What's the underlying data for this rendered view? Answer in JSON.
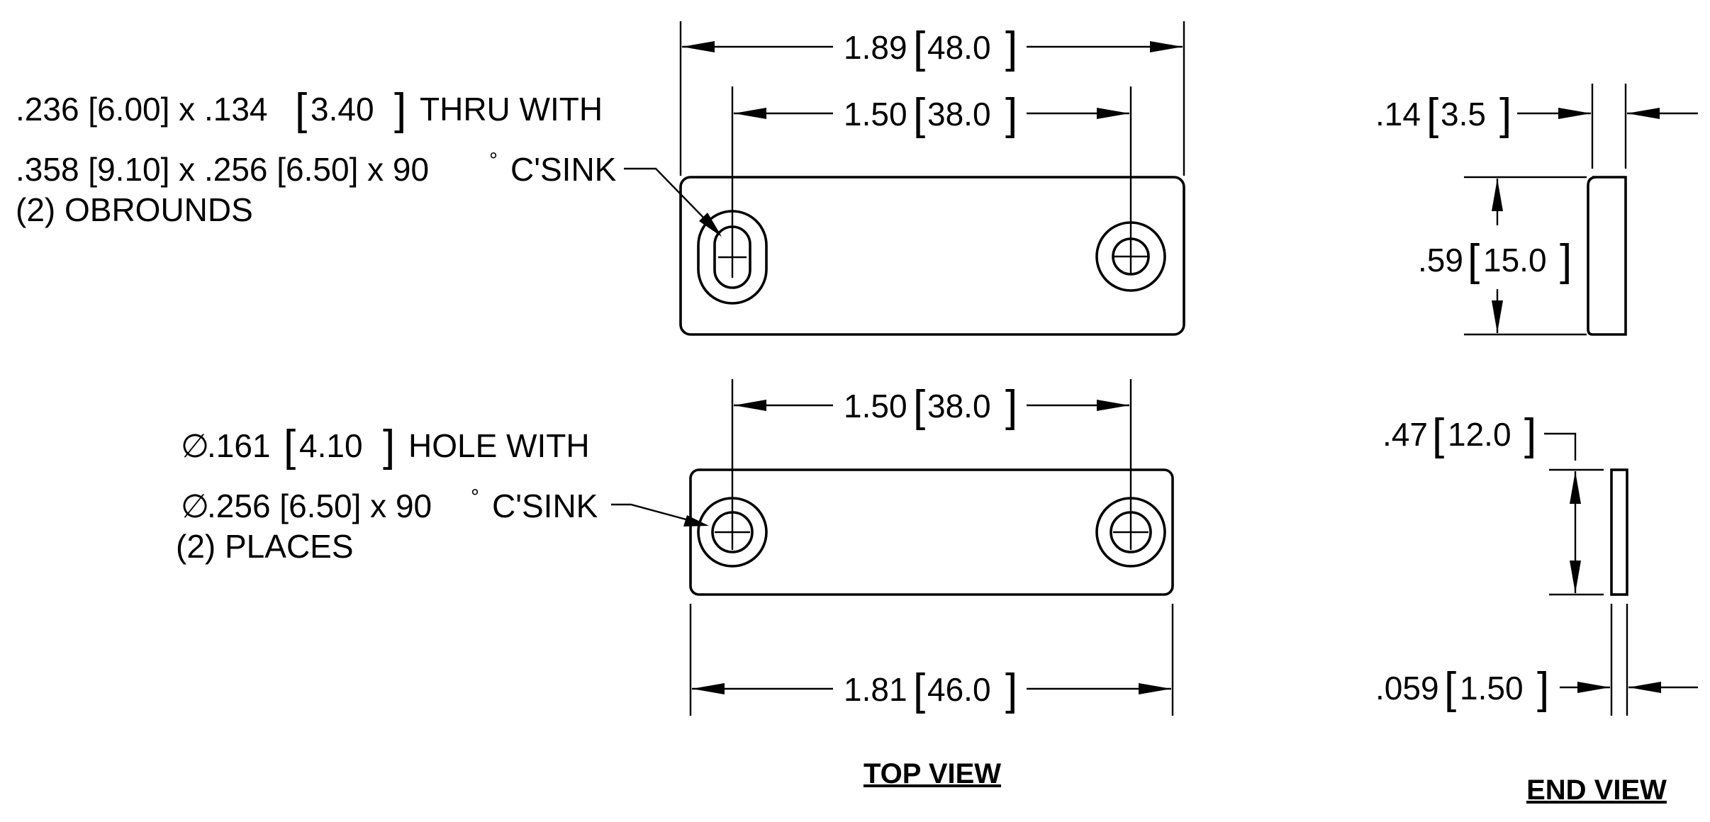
{
  "colors": {
    "ink": "#000000",
    "paper": "#ffffff"
  },
  "top_view": {
    "overall_length": {
      "inch": "1.89",
      "mm": "48.0"
    },
    "hole_spacing_top": {
      "inch": "1.50",
      "mm": "38.0"
    },
    "hole_spacing_bottom": {
      "inch": "1.50",
      "mm": "38.0"
    },
    "bottom_length": {
      "inch": "1.81",
      "mm": "46.0"
    },
    "obround_note": {
      "line1_a": ".236 [6.00] x .134",
      "line1_mm": "3.40",
      "line1_b": "THRU WITH",
      "line2": ".358 [9.10] x .256 [6.50] x 90",
      "line2_b": "C'SINK",
      "line3": "(2) OBROUNDS"
    },
    "hole_note": {
      "diameter_symbol": "∅",
      "line1_a": ".161",
      "line1_mm": "4.10",
      "line1_b": "HOLE WITH",
      "line2": ".256 [6.50] x 90",
      "line2_b": "C'SINK",
      "line3": "(2) PLACES"
    },
    "degree_symbol": "°",
    "label": "TOP VIEW"
  },
  "end_view": {
    "top_thickness": {
      "inch": ".14",
      "mm": "3.5"
    },
    "top_height": {
      "inch": ".59",
      "mm": "15.0"
    },
    "bottom_height": {
      "inch": ".47",
      "mm": "12.0"
    },
    "bottom_thickness": {
      "inch": ".059",
      "mm": "1.50"
    },
    "label": "END VIEW"
  }
}
